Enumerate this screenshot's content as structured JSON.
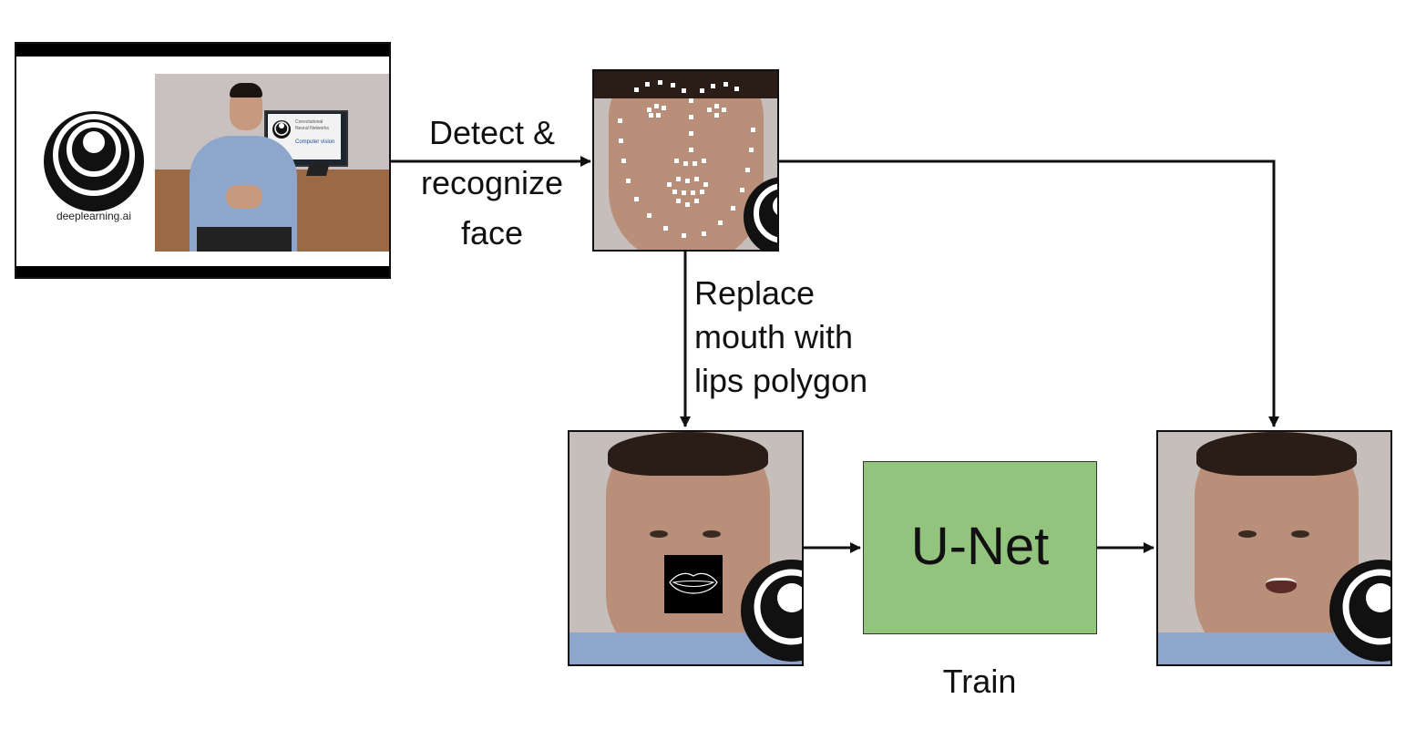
{
  "steps": {
    "detect_line1": "Detect &",
    "detect_line2": "recognize",
    "detect_line3": "face",
    "replace_line1": "Replace",
    "replace_line2": "mouth with",
    "replace_line3": "lips polygon",
    "train": "Train"
  },
  "unet": {
    "label": "U-Net",
    "color": "#93c47d"
  },
  "video_frame": {
    "logo_text": "deeplearning.ai"
  },
  "screen_text": {
    "line1": "Convolutional",
    "line2": "Neural Networks",
    "line3": "Computer vision"
  },
  "colors": {
    "arrow": "#111111",
    "landmark": "#ffffff",
    "skin": "#b98f7a",
    "background_wall": "#c9c1bf"
  }
}
